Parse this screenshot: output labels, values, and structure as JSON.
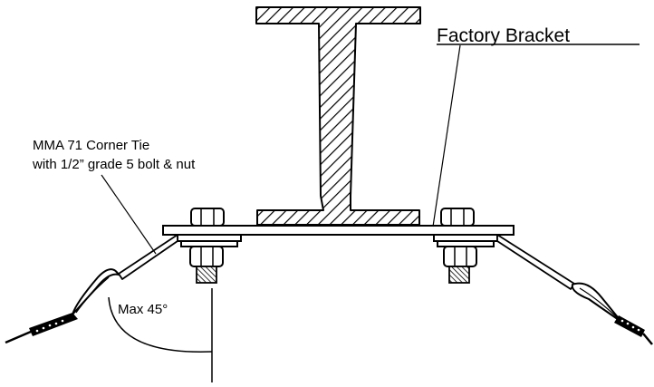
{
  "labels": {
    "factory_bracket": "Factory Bracket",
    "corner_tie_line1": "MMA 71 Corner Tie",
    "corner_tie_line2": "with 1/2” grade 5 bolt & nut",
    "max_angle": "Max 45°"
  },
  "colors": {
    "line": "#000000",
    "background": "#ffffff"
  }
}
